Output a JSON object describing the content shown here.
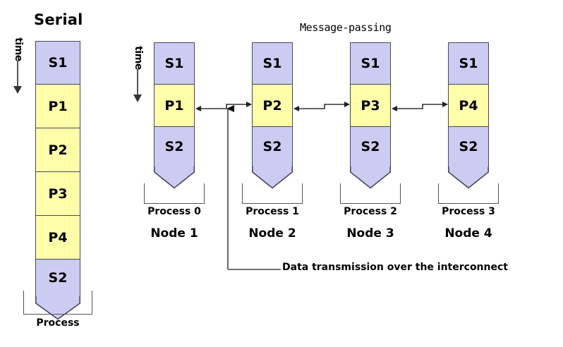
{
  "titles": {
    "serial": "Serial",
    "message_passing": "Message-passing"
  },
  "axis": {
    "time_label": "time"
  },
  "colors": {
    "serial_block": "#ccccf2",
    "parallel_block": "#ffffaa",
    "block_border": "#47475c",
    "connector": "#555555",
    "text": "#000000"
  },
  "serial_column": {
    "segments": [
      {
        "label": "S1",
        "kind": "serial"
      },
      {
        "label": "P1",
        "kind": "parallel"
      },
      {
        "label": "P2",
        "kind": "parallel"
      },
      {
        "label": "P3",
        "kind": "parallel"
      },
      {
        "label": "P4",
        "kind": "parallel"
      },
      {
        "label": "S2",
        "kind": "serial"
      }
    ],
    "caption": "Process"
  },
  "message_passing_columns": [
    {
      "segments": [
        {
          "label": "S1",
          "kind": "serial"
        },
        {
          "label": "P1",
          "kind": "parallel"
        },
        {
          "label": "S2",
          "kind": "serial"
        }
      ],
      "process_caption": "Process 0",
      "node_caption": "Node 1"
    },
    {
      "segments": [
        {
          "label": "S1",
          "kind": "serial"
        },
        {
          "label": "P2",
          "kind": "parallel"
        },
        {
          "label": "S2",
          "kind": "serial"
        }
      ],
      "process_caption": "Process 1",
      "node_caption": "Node 2"
    },
    {
      "segments": [
        {
          "label": "S1",
          "kind": "serial"
        },
        {
          "label": "P3",
          "kind": "parallel"
        },
        {
          "label": "S2",
          "kind": "serial"
        }
      ],
      "process_caption": "Process 2",
      "node_caption": "Node 3"
    },
    {
      "segments": [
        {
          "label": "S1",
          "kind": "serial"
        },
        {
          "label": "P4",
          "kind": "parallel"
        },
        {
          "label": "S2",
          "kind": "serial"
        }
      ],
      "process_caption": "Process 3",
      "node_caption": "Node 4"
    }
  ],
  "annotation": {
    "callout_label": "Data transmission over the interconnect"
  }
}
